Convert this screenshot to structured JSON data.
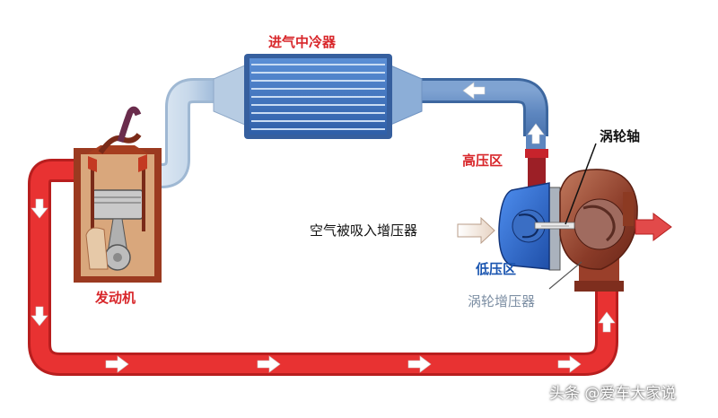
{
  "labels": {
    "intercooler": "进气中冷器",
    "engine": "发动机",
    "high_pressure": "高压区",
    "turbo_shaft": "涡轮轴",
    "air_intake": "空气被吸入增压器",
    "low_pressure": "低压区",
    "turbocharger": "涡轮增压器"
  },
  "watermark": "头条 @爱车大家说",
  "colors": {
    "exhaust_pipe": "#e32a2a",
    "intake_pipe": "#6e93c4",
    "cool_pipe": "#cfdfee",
    "compressor": "#2f6fd6",
    "turbine": "#9a4a36",
    "label_red": "#d8262a",
    "label_blue": "#1a55b0"
  }
}
